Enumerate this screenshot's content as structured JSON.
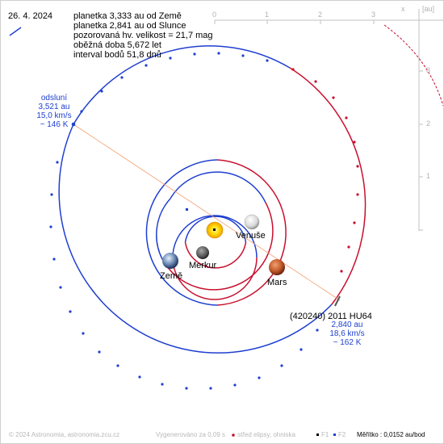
{
  "date": "26. 4. 2024",
  "info": {
    "line1": "planetka 3,333 au od Země",
    "line2": "planetka 2,841 au od Slunce",
    "line3": "pozorovaná hv. velikost = 21,7 mag",
    "line4": "oběžná doba 5,672 let",
    "line5": "interval bodů 51,8 dnů"
  },
  "axes": {
    "x_label": "x",
    "unit_label": "[au]",
    "x_ticks": [
      "0",
      "1",
      "2",
      "3"
    ],
    "y_ticks": [
      "3",
      "2",
      "1"
    ]
  },
  "planets": {
    "venus": "Venuše",
    "mercury": "Merkur",
    "earth": "Země",
    "mars": "Mars"
  },
  "asteroid_name": "(420240) 2011 HU64",
  "aphelion": {
    "title": "odsluní",
    "distance": "3,521 au",
    "speed": "15,0 km/s",
    "temperature": "~ 146 K"
  },
  "current": {
    "distance": "2,840 au",
    "speed": "18,6 km/s",
    "temperature": "~ 162 K"
  },
  "footer": {
    "copyright": "© 2024 Astronomia, astronomia.zcu.cz",
    "generated": "Vygenerováno za 0,09 s",
    "legend_center": "střed elipsy, ohniska",
    "legend_f1": "F1",
    "legend_f2": "F2",
    "scale": "Měřítko : 0,0152 au/bod"
  },
  "colors": {
    "orbit_above": "#c8102e",
    "orbit_below": "#1f3fd0",
    "sun": "#ffd800",
    "axis": "#c0c0c0"
  }
}
